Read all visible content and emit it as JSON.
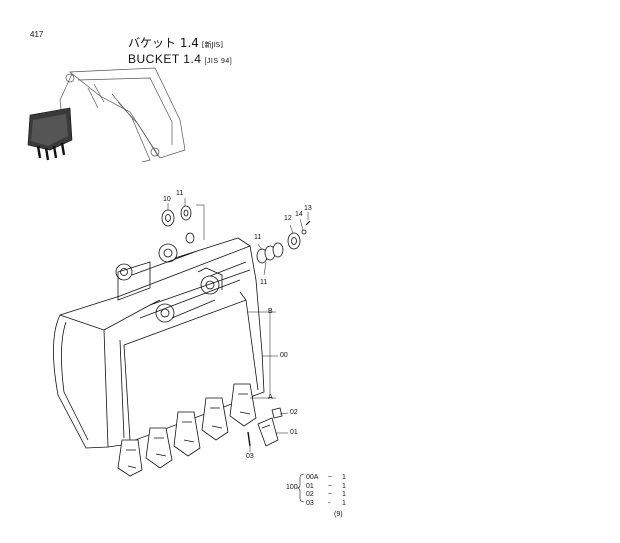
{
  "page_number": "417",
  "title": {
    "jp": "バケット 1.4",
    "jp_tag": "[新JIS]",
    "en": "BUCKET  1.4",
    "en_tag": "[JIS 94]"
  },
  "callouts": {
    "c10": "10",
    "c11_top": "11",
    "c11_mid": "11",
    "c11_low": "11",
    "c12": "12",
    "c13": "13",
    "c14": "14",
    "cB": "B",
    "c00": "00",
    "cA": "A",
    "c02": "02",
    "c01": "01",
    "c03": "03"
  },
  "quantity_table": {
    "main": "100",
    "rows": [
      {
        "part": "00A",
        "sep": "~",
        "qty": "1"
      },
      {
        "part": "01",
        "sep": "~",
        "qty": "1"
      },
      {
        "part": "02",
        "sep": "~",
        "qty": "1"
      },
      {
        "part": "03",
        "sep": "-",
        "qty": "1"
      }
    ]
  },
  "footer_code": "(9)"
}
